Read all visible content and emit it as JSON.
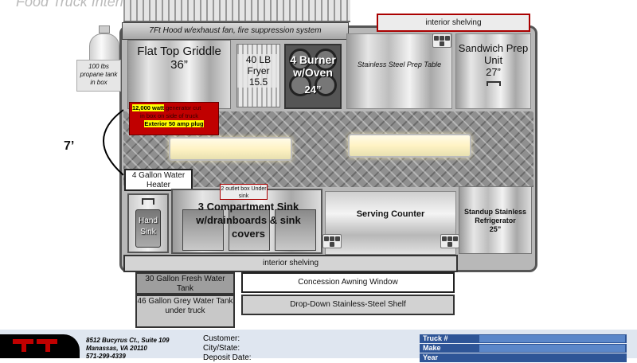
{
  "title_partial": "Food Truck Interior",
  "hood_label": "7Ft Hood w/exhaust fan, fire suppression system",
  "interior_shelving_top": "interior shelving",
  "propane_label": "100 lbs propane tank in box",
  "griddle_label": "Flat Top Griddle",
  "griddle_size": "36”",
  "fryer_label": "40 LB Fryer",
  "fryer_size": "15.5",
  "burner_label": "4 Burner w/Oven",
  "burner_size": "24”",
  "prep_table_label": "Stainless Steel Prep Table",
  "sandwich_label": "Sandwich Prep Unit",
  "sandwich_size": "27”",
  "generator_line1_highlight": "12,000 watt",
  "generator_line1_rest": " generator cut",
  "generator_line2": "in box on side of truck",
  "generator_line3": "Exterior 50 amp plug",
  "dimension_label": "7’",
  "water_heater_label": "4 Gallon Water Heater",
  "outlet_box_label": "2 outlet box Under sink",
  "hand_sink_label": "Hand Sink",
  "comp_sink_label": "3 Compartment Sink w/drainboards & sink covers",
  "serving_counter_label": "Serving Counter",
  "fridge_label": "Standup Stainless Refrigerator",
  "fridge_size": "25”",
  "interior_shelving_bottom": "interior shelving",
  "fresh_tank_label": "30 Gallon Fresh Water Tank",
  "grey_tank_label": "46 Gallon Grey Water Tank under truck",
  "awning_label": "Concession Awning Window",
  "shelf_label": "Drop-Down Stainless-Steel Shelf",
  "footer": {
    "address1": "8512 Bucyrus Ct., Suite 109",
    "address2": "Manassas, VA 20110",
    "phone": "571-299-4339",
    "customer_label": "Customer:",
    "city_label": "City/State:",
    "deposit_label": "Deposit Date:",
    "truck_label": "Truck #",
    "make_label": "Make",
    "year_label": "Year"
  },
  "colors": {
    "accent_red": "#c00000",
    "footer_blue": "#2e5597",
    "highlight_yellow": "#ffff00"
  }
}
